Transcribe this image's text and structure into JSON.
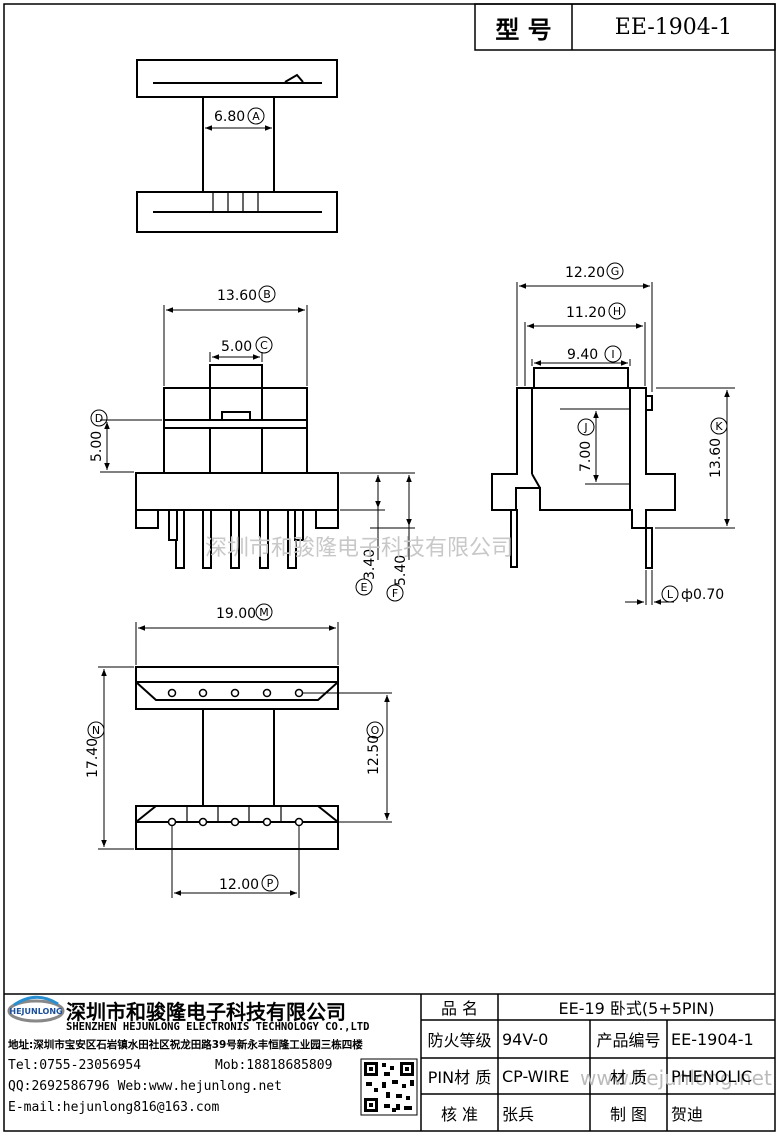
{
  "header": {
    "model_label": "型 号",
    "model_value": "EE-1904-1"
  },
  "dimensions": [
    {
      "id": "A",
      "value": "6.80"
    },
    {
      "id": "B",
      "value": "13.60"
    },
    {
      "id": "C",
      "value": "5.00"
    },
    {
      "id": "D",
      "value": "5.00"
    },
    {
      "id": "E",
      "value": "3.40"
    },
    {
      "id": "F",
      "value": "5.40"
    },
    {
      "id": "G",
      "value": "12.20"
    },
    {
      "id": "H",
      "value": "11.20"
    },
    {
      "id": "I",
      "value": "9.40"
    },
    {
      "id": "J",
      "value": "7.00"
    },
    {
      "id": "K",
      "value": "13.60"
    },
    {
      "id": "L",
      "value": "ф0.70"
    },
    {
      "id": "M",
      "value": "19.00"
    },
    {
      "id": "N",
      "value": "17.40"
    },
    {
      "id": "O",
      "value": "12.50"
    },
    {
      "id": "P",
      "value": "12.00"
    }
  ],
  "watermarks": {
    "center": "深圳市和骏隆电子科技有限公司",
    "url": "www.hejunlong.net"
  },
  "company": {
    "logo_text": "HEJUNLONG",
    "name_cn": "深圳市和骏隆电子科技有限公司",
    "name_en": "SHENZHEN HEJUNLONG ELECTRONIS TECHNOLOGY CO.,LTD",
    "address": "地址:深圳市宝安区石岩镇水田社区祝龙田路39号新永丰恒隆工业园三栋四楼",
    "tel": "Tel:0755-23056954",
    "mob": "Mob:18818685809",
    "qq_web": "QQ:2692586796 Web:www.hejunlong.net",
    "email": "E-mail:hejunlong816@163.com"
  },
  "spec_table": {
    "product_name_label": "品 名",
    "product_name_value": "EE-19 卧式(5+5PIN)",
    "flame_label": "防火等级",
    "flame_value": "94V-0",
    "code_label": "产品编号",
    "code_value": "EE-1904-1",
    "pin_material_label": "PIN材 质",
    "pin_material_value": "CP-WIRE",
    "material_label": "材 质",
    "material_value": "PHENOLIC",
    "checker_label": "核 准",
    "checker_value": "张兵",
    "drafter_label": "制 图",
    "drafter_value": "贺迪"
  }
}
